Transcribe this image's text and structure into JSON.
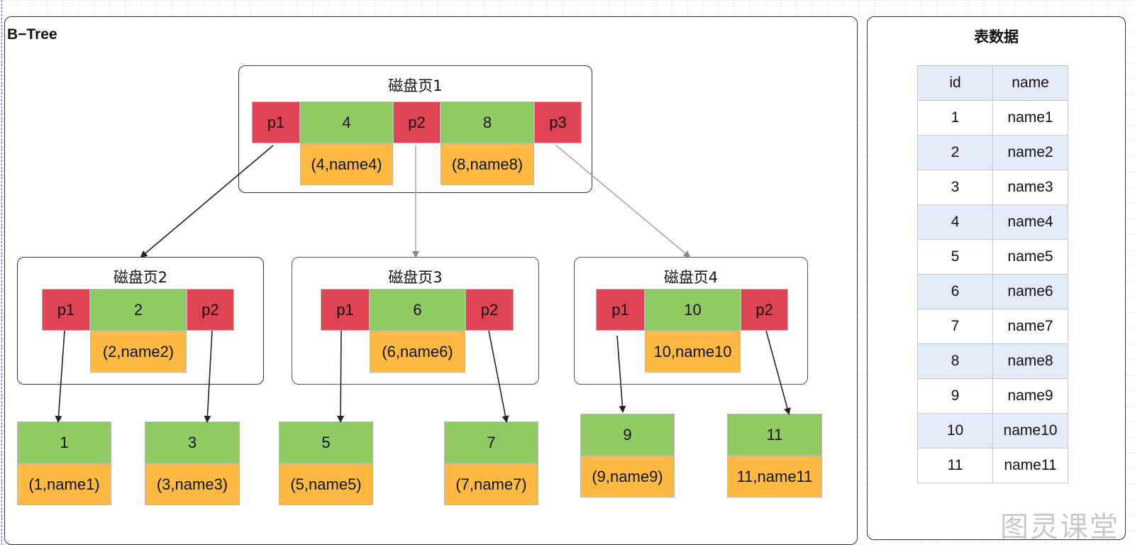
{
  "btree": {
    "title": "B−Tree",
    "root": {
      "title": "磁盘页1",
      "pointers": [
        "p1",
        "p2",
        "p3"
      ],
      "keys": [
        "4",
        "8"
      ],
      "values": [
        "(4,name4)",
        "(8,name8)"
      ]
    },
    "level2": [
      {
        "title": "磁盘页2",
        "pointers": [
          "p1",
          "p2"
        ],
        "key": "2",
        "value": "(2,name2)"
      },
      {
        "title": "磁盘页3",
        "pointers": [
          "p1",
          "p2"
        ],
        "key": "6",
        "value": "(6,name6)"
      },
      {
        "title": "磁盘页4",
        "pointers": [
          "p1",
          "p2"
        ],
        "key": "10",
        "value": "10,name10"
      }
    ],
    "leaves": [
      {
        "key": "1",
        "value": "(1,name1)"
      },
      {
        "key": "3",
        "value": "(3,name3)"
      },
      {
        "key": "5",
        "value": "(5,name5)"
      },
      {
        "key": "7",
        "value": "(7,name7)"
      },
      {
        "key": "9",
        "value": "(9,name9)"
      },
      {
        "key": "11",
        "value": "11,name11"
      }
    ]
  },
  "table": {
    "title": "表数据",
    "headers": [
      "id",
      "name"
    ],
    "rows": [
      [
        "1",
        "name1"
      ],
      [
        "2",
        "name2"
      ],
      [
        "3",
        "name3"
      ],
      [
        "4",
        "name4"
      ],
      [
        "5",
        "name5"
      ],
      [
        "6",
        "name6"
      ],
      [
        "7",
        "name7"
      ],
      [
        "8",
        "name8"
      ],
      [
        "9",
        "name9"
      ],
      [
        "10",
        "name10"
      ],
      [
        "11",
        "name11"
      ]
    ]
  },
  "watermark": "图灵课堂",
  "colors": {
    "pointer": "#e04352",
    "key": "#8fcb62",
    "value": "#fdb941",
    "table_shade": "#e4eaf7"
  }
}
